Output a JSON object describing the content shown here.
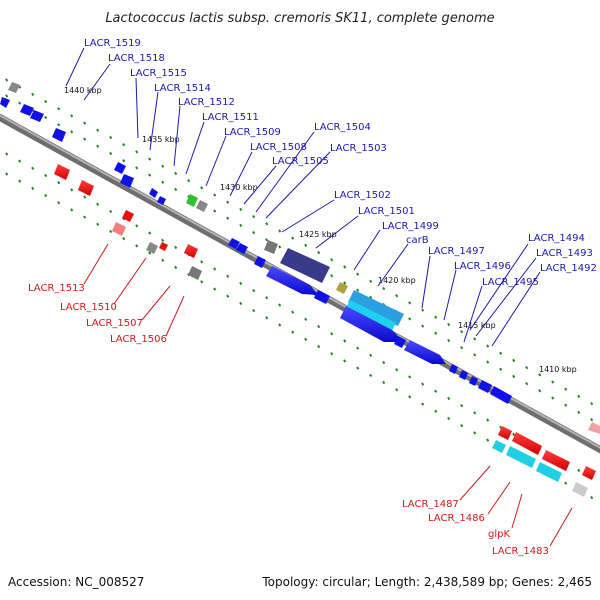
{
  "title": "Lactococcus lactis subsp. cremoris SK11, complete genome",
  "footer": {
    "accession": "Accession: NC_008527",
    "summary": "Topology: circular; Length: 2,438,589 bp; Genes: 2,465"
  },
  "ruler_labels": [
    "1440 kbp",
    "1435 kbp",
    "1430 kbp",
    "1425 kbp",
    "1420 kbp",
    "1415 kbp",
    "1410 kbp"
  ],
  "forward_gene_labels": [
    "LACR_1519",
    "LACR_1518",
    "LACR_1515",
    "LACR_1514",
    "LACR_1512",
    "LACR_1511",
    "LACR_1509",
    "LACR_1508",
    "LACR_1504",
    "LACR_1505",
    "LACR_1503",
    "LACR_1502",
    "LACR_1501",
    "LACR_1499",
    "carB",
    "LACR_1497",
    "LACR_1496",
    "LACR_1494",
    "LACR_1493",
    "LACR_1495",
    "LACR_1492"
  ],
  "reverse_gene_labels": [
    "LACR_1513",
    "LACR_1510",
    "LACR_1507",
    "LACR_1506",
    "LACR_1487",
    "LACR_1486",
    "glpK",
    "LACR_1483"
  ],
  "colors": {
    "forward_strand": "#1010e8",
    "reverse_strand": "#e81010",
    "backbone": "#8a8a8a",
    "ticks": "#1a8a1a",
    "fwd_label": "#1a1aaa",
    "rev_label": "#cc1a1a"
  }
}
